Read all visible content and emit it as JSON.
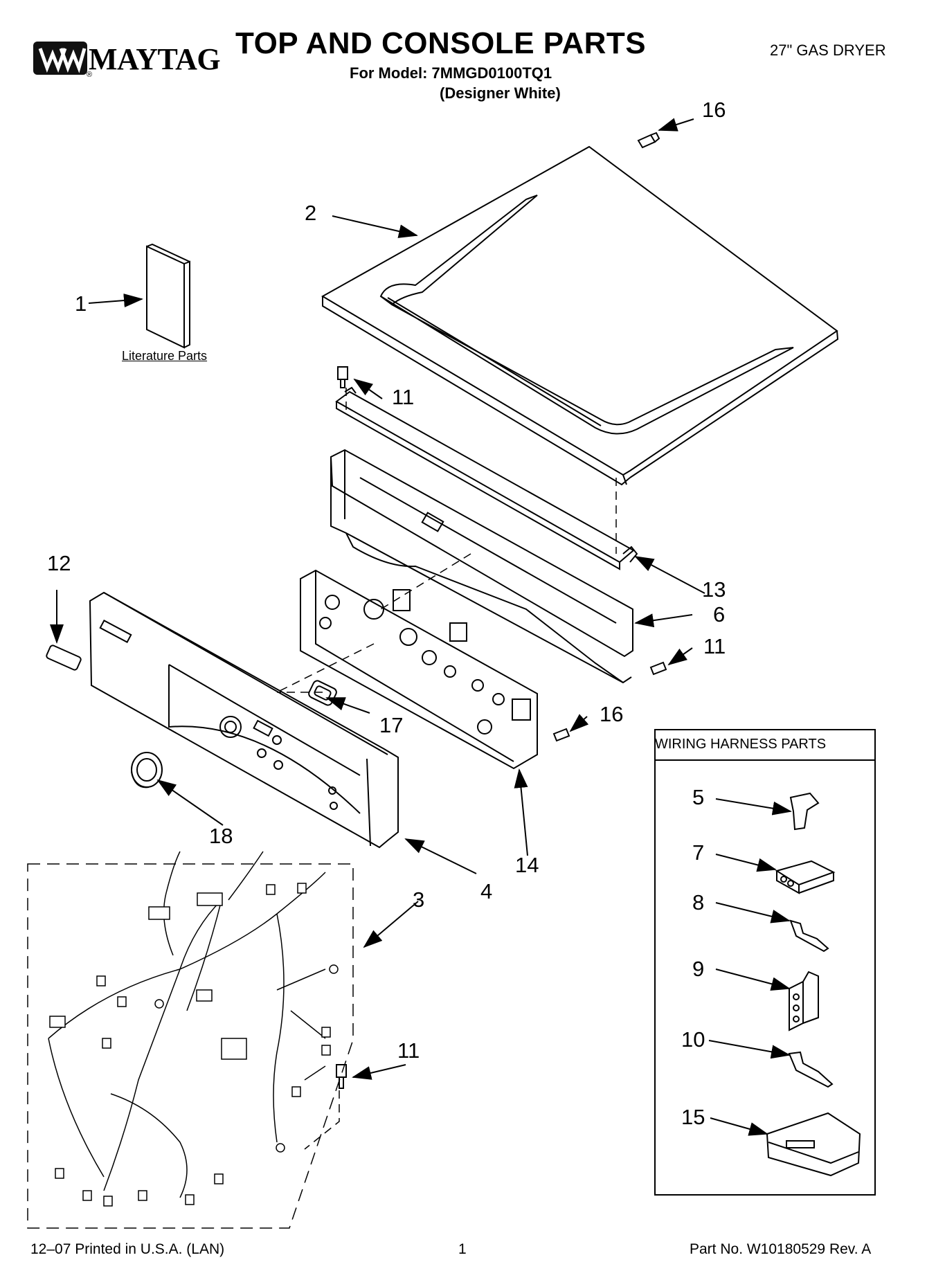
{
  "header": {
    "brand": "MAYTAG",
    "registered_mark": "®",
    "title": "TOP AND CONSOLE PARTS",
    "model_line": "For Model: 7MMGD0100TQ1",
    "color_line": "(Designer White)",
    "product_type": "27\" GAS DRYER"
  },
  "labels": {
    "literature_parts": "Literature Parts",
    "wiring_harness_parts": "WIRING HARNESS PARTS"
  },
  "callouts": {
    "c1": "1",
    "c2": "2",
    "c3": "3",
    "c4": "4",
    "c5": "5",
    "c6": "6",
    "c7": "7",
    "c8": "8",
    "c9": "9",
    "c10": "10",
    "c11a": "11",
    "c11b": "11",
    "c11c": "11",
    "c12": "12",
    "c13": "13",
    "c14": "14",
    "c15": "15",
    "c16a": "16",
    "c16b": "16",
    "c17": "17",
    "c18": "18"
  },
  "footer": {
    "print_info": "12–07 Printed in U.S.A. (LAN)",
    "page_number": "1",
    "part_number": "Part No. W10180529 Rev. A"
  },
  "icons": {
    "logo": "maytag-logo-icon",
    "screw": "screw-icon",
    "arrow": "arrow-icon"
  }
}
